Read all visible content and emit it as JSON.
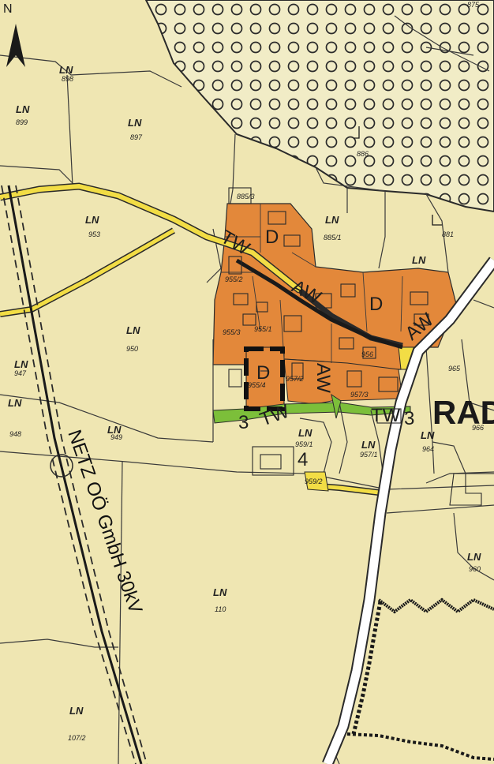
{
  "north_arrow": "N",
  "corner_label": "875",
  "place_label": "RAD",
  "utility_line": {
    "label": "NETZ OÖ GmbH 30kV"
  },
  "fields": [
    {
      "zone": "LN",
      "parcel": "898"
    },
    {
      "zone": "LN",
      "parcel": "899"
    },
    {
      "zone": "LN",
      "parcel": "897"
    },
    {
      "zone": "LN",
      "parcel": "953"
    },
    {
      "zone": "LN",
      "parcel": "885/1"
    },
    {
      "zone": "LN",
      "parcel": "950"
    },
    {
      "zone": "LN",
      "parcel": "947"
    },
    {
      "zone": "LN",
      "parcel": "948"
    },
    {
      "zone": "LN",
      "parcel": "949"
    },
    {
      "zone": "LN",
      "parcel": "957/1"
    },
    {
      "zone": "LN",
      "parcel": "964"
    },
    {
      "zone": "LN",
      "parcel": "960"
    },
    {
      "zone": "LN",
      "parcel": "110"
    },
    {
      "zone": "LN",
      "parcel": "107/2"
    },
    {
      "zone": "LN",
      "parcel": "959/1"
    },
    {
      "zone": "LN",
      "parcel": ""
    }
  ],
  "parcels": [
    "885/3",
    "881",
    "955/2",
    "955/1",
    "955/3",
    "956",
    "957/2",
    "957/3",
    "955/4",
    "965",
    "966",
    "959/2",
    "886"
  ],
  "zones": [
    "TW",
    "D",
    "AW",
    "D",
    "AW",
    "D",
    "AW",
    "TW",
    "TW",
    "4"
  ],
  "markers": [
    "3",
    "3"
  ],
  "colors": {
    "background": "#efe6b2",
    "building_land": "#e3883a",
    "green_strip": "#7cbf3a",
    "road_yellow": "#f2dd45",
    "line": "#2a2a2a"
  }
}
